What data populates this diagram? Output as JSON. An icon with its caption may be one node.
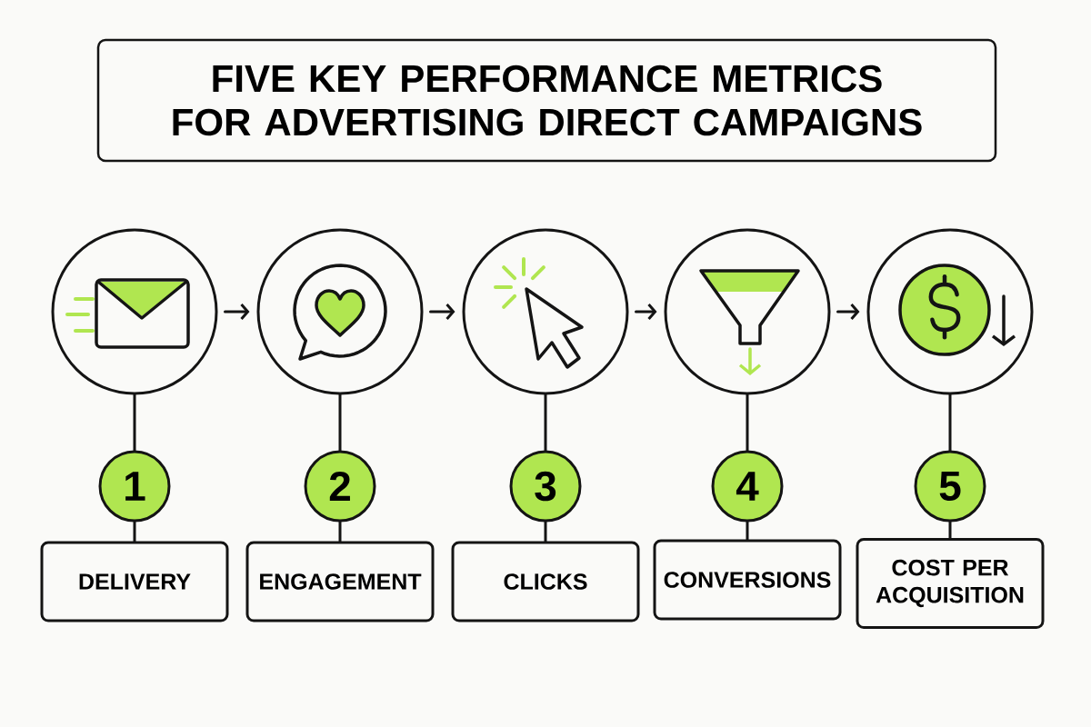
{
  "diagram": {
    "title": "FIVE KEY PERFORMANCE METRICS FOR ADVERTISING DIRECT CAMPAIGNS",
    "nodes": [
      {
        "text": [],
        "shape": "circle"
      },
      {
        "text": [],
        "shape": "circle"
      },
      {
        "text": [],
        "shape": "circle"
      },
      {
        "text": [],
        "shape": "circle"
      },
      {
        "text": [],
        "shape": "circle"
      },
      {
        "text": [
          "1"
        ]
      },
      {
        "text": [
          "2"
        ]
      },
      {
        "text": [
          "3"
        ]
      },
      {
        "text": [
          "4"
        ]
      },
      {
        "text": [
          "5"
        ]
      },
      {
        "text": [
          "DELIVERY"
        ]
      },
      {
        "text": [
          "ENGAGEMENT"
        ]
      },
      {
        "text": [
          "CLICKS"
        ]
      },
      {
        "text": [
          "CONVERSIONS"
        ]
      },
      {
        "text": [
          "COST PER ACQUISITION"
        ]
      }
    ],
    "edges": [
      {
        "from": 0,
        "to": 1,
        "arrow": "to"
      },
      {
        "from": 1,
        "to": 2,
        "arrow": "to"
      },
      {
        "from": 2,
        "to": 3,
        "arrow": "to"
      },
      {
        "from": 3,
        "to": 4,
        "arrow": "to"
      },
      {
        "from": 0,
        "to": 5,
        "arrow": "none"
      },
      {
        "from": 1,
        "to": 6,
        "arrow": "none"
      },
      {
        "from": 2,
        "to": 7,
        "arrow": "none"
      },
      {
        "from": 3,
        "to": 8,
        "arrow": "none"
      },
      {
        "from": 4,
        "to": 9,
        "arrow": "none"
      },
      {
        "from": 5,
        "to": 10,
        "arrow": "none"
      },
      {
        "from": 6,
        "to": 11,
        "arrow": "none"
      },
      {
        "from": 7,
        "to": 12,
        "arrow": "none"
      },
      {
        "from": 8,
        "to": 13,
        "arrow": "none"
      },
      {
        "from": 9,
        "to": 14,
        "arrow": "none"
      }
    ]
  }
}
